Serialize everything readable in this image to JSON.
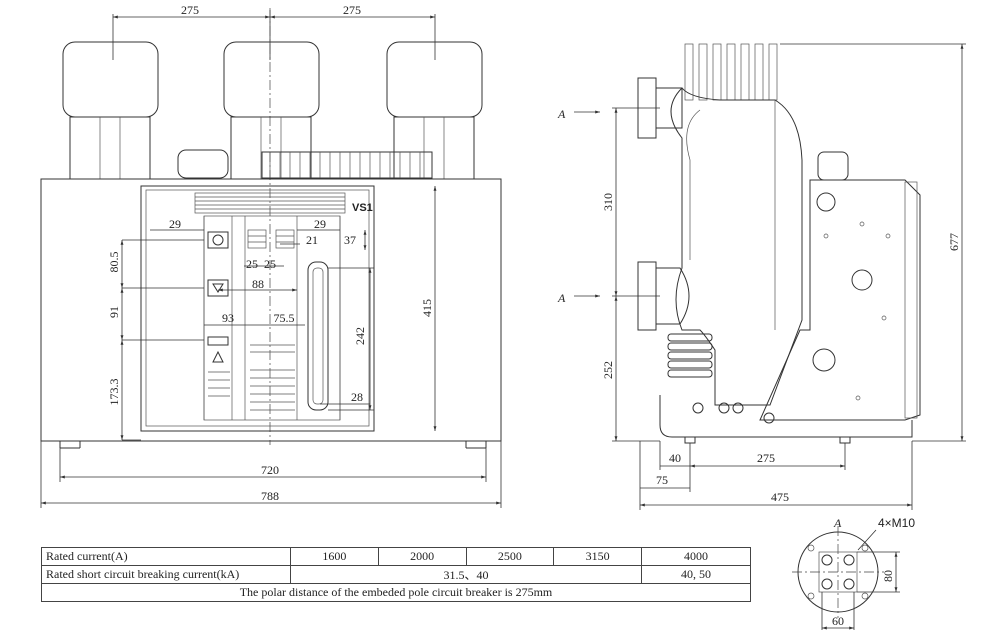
{
  "front_view": {
    "dims": {
      "top_left_pitch": "275",
      "top_right_pitch": "275",
      "inner_width": "720",
      "overall_width": "788",
      "height_415": "415",
      "d29_left": "29",
      "d29_right": "29",
      "d21": "21",
      "d37": "37",
      "d25a": "25",
      "d25b": "25",
      "d88": "88",
      "d80_5": "80.5",
      "d91": "91",
      "d173_3": "173.3",
      "d93": "93",
      "d75_5": "75.5",
      "d242": "242",
      "d28": "28"
    },
    "brand_label": "VS1"
  },
  "side_view": {
    "section_top": "A",
    "section_bottom": "A",
    "dims": {
      "d310": "310",
      "d252": "252",
      "d677": "677",
      "d40": "40",
      "d275": "275",
      "d75": "75",
      "d475": "475"
    }
  },
  "detail_view": {
    "title": "A",
    "bolt_label": "4×M10",
    "d80": "80",
    "d60": "60"
  },
  "spec_table": {
    "row1": {
      "label": "Rated current(A)",
      "values": [
        "1600",
        "2000",
        "2500",
        "3150",
        "4000"
      ]
    },
    "row2": {
      "label": "Rated short circuit breaking current(kA)",
      "value_a": "31.5、40",
      "value_b": "40, 50"
    },
    "note": "The polar distance of the embeded pole circuit breaker is 275mm"
  }
}
